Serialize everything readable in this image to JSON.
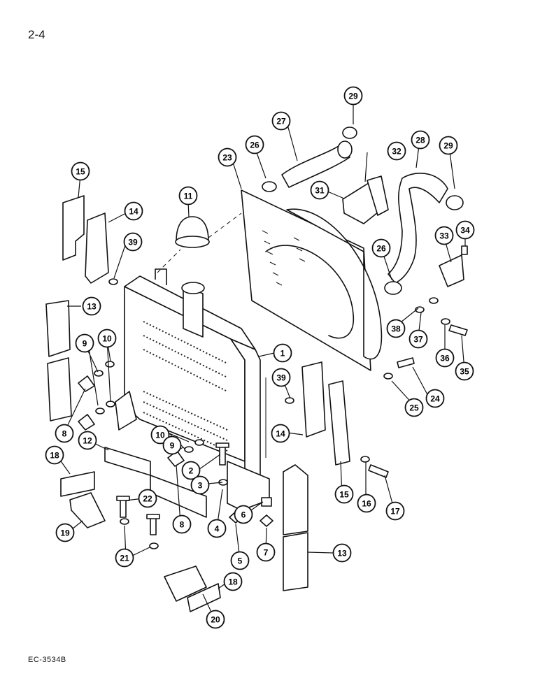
{
  "page": {
    "page_number": "2-4",
    "figure_code": "EC-3534B"
  },
  "callouts": [
    {
      "key": "c29a",
      "label": "29"
    },
    {
      "key": "c27",
      "label": "27"
    },
    {
      "key": "c28",
      "label": "28"
    },
    {
      "key": "c29b",
      "label": "29"
    },
    {
      "key": "c23",
      "label": "23"
    },
    {
      "key": "c26a",
      "label": "26"
    },
    {
      "key": "c32",
      "label": "32"
    },
    {
      "key": "c31",
      "label": "31"
    },
    {
      "key": "c15a",
      "label": "15"
    },
    {
      "key": "c11",
      "label": "11"
    },
    {
      "key": "c14a",
      "label": "14"
    },
    {
      "key": "c39a",
      "label": "39"
    },
    {
      "key": "c33",
      "label": "33"
    },
    {
      "key": "c34",
      "label": "34"
    },
    {
      "key": "c26b",
      "label": "26"
    },
    {
      "key": "c13a",
      "label": "13"
    },
    {
      "key": "c38",
      "label": "38"
    },
    {
      "key": "c37",
      "label": "37"
    },
    {
      "key": "c36",
      "label": "36"
    },
    {
      "key": "c35",
      "label": "35"
    },
    {
      "key": "c9a",
      "label": "9"
    },
    {
      "key": "c10a",
      "label": "10"
    },
    {
      "key": "c1",
      "label": "1"
    },
    {
      "key": "c24",
      "label": "24"
    },
    {
      "key": "c25",
      "label": "25"
    },
    {
      "key": "c39b",
      "label": "39"
    },
    {
      "key": "c8a",
      "label": "8"
    },
    {
      "key": "c10b",
      "label": "10"
    },
    {
      "key": "c12",
      "label": "12"
    },
    {
      "key": "c14b",
      "label": "14"
    },
    {
      "key": "c9b",
      "label": "9"
    },
    {
      "key": "c2",
      "label": "2"
    },
    {
      "key": "c18a",
      "label": "18"
    },
    {
      "key": "c3",
      "label": "3"
    },
    {
      "key": "c15b",
      "label": "15"
    },
    {
      "key": "c16",
      "label": "16"
    },
    {
      "key": "c17",
      "label": "17"
    },
    {
      "key": "c22",
      "label": "22"
    },
    {
      "key": "c8b",
      "label": "8"
    },
    {
      "key": "c4",
      "label": "4"
    },
    {
      "key": "c6",
      "label": "6"
    },
    {
      "key": "c19",
      "label": "19"
    },
    {
      "key": "c5",
      "label": "5"
    },
    {
      "key": "c7",
      "label": "7"
    },
    {
      "key": "c13b",
      "label": "13"
    },
    {
      "key": "c21",
      "label": "21"
    },
    {
      "key": "c18b",
      "label": "18"
    },
    {
      "key": "c20",
      "label": "20"
    }
  ]
}
